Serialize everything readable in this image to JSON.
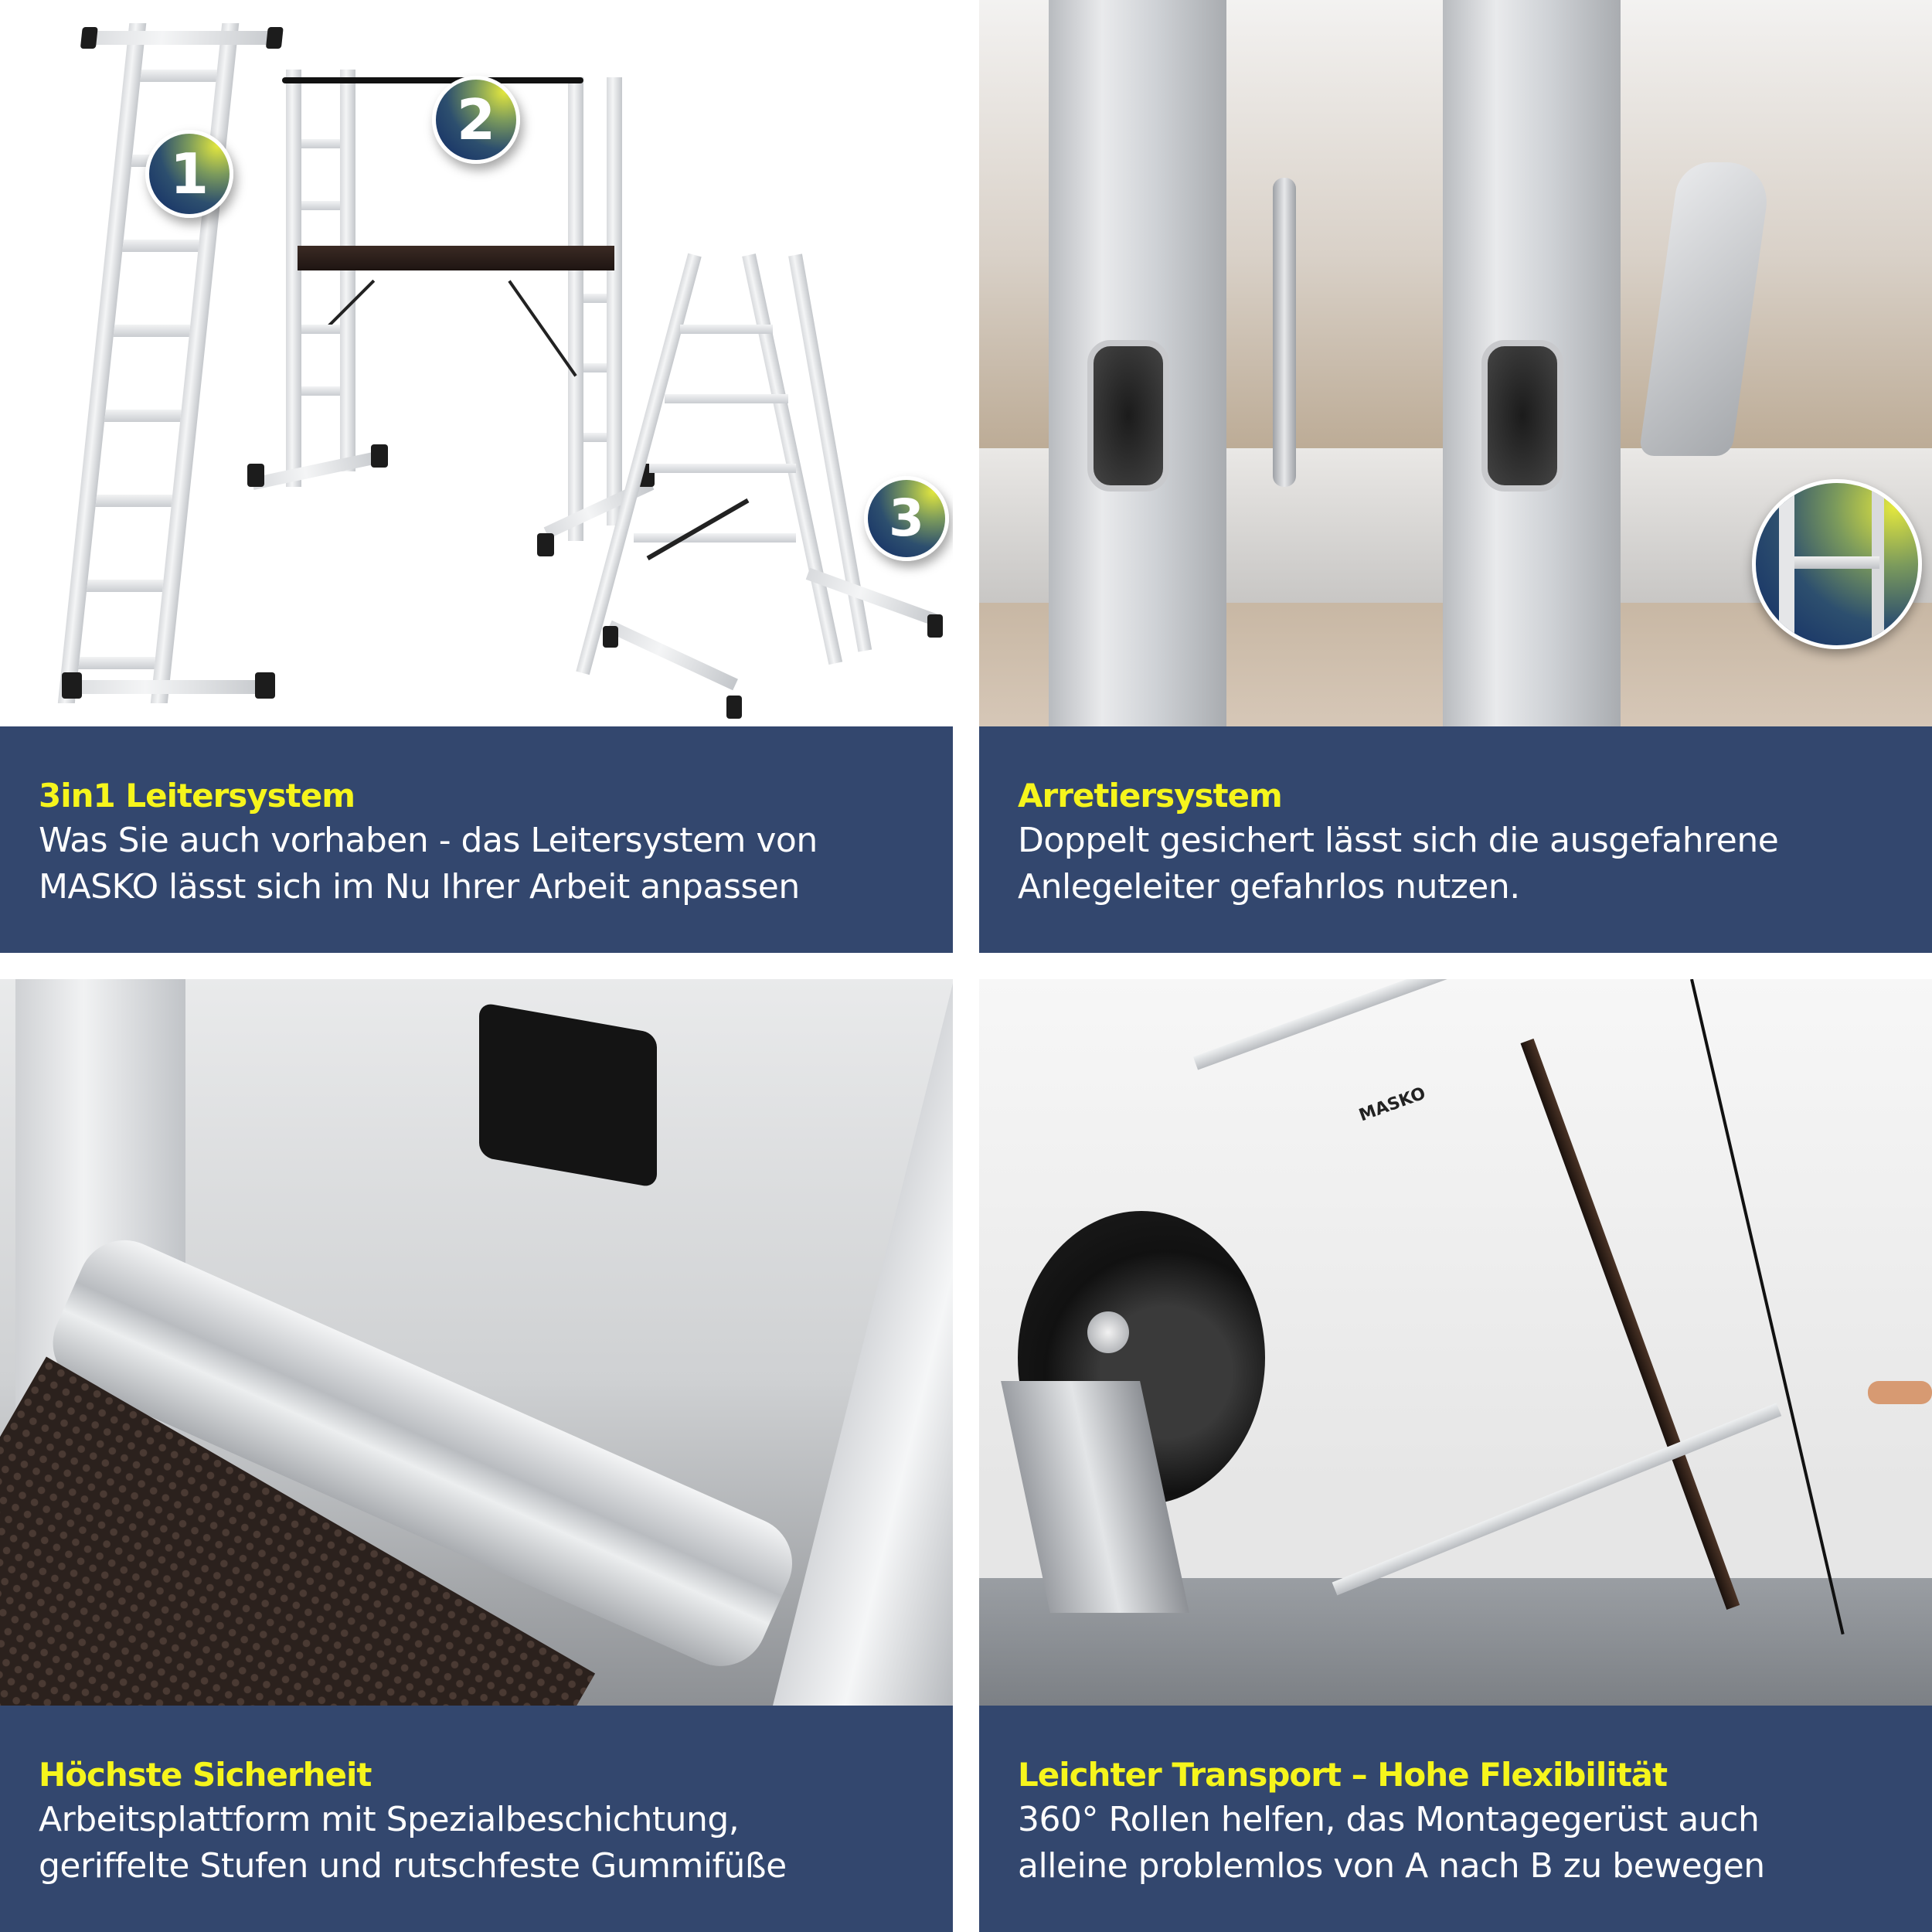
{
  "panels": [
    {
      "id": "leitersystem",
      "heading": "3in1 Leitersystem",
      "text_lines": [
        "Was Sie auch vorhaben - das Leitersystem von",
        "MASKO lässt sich im Nu Ihrer Arbeit anpassen"
      ],
      "badges": [
        "1",
        "2",
        "3"
      ],
      "image": "three-ladder-configurations"
    },
    {
      "id": "arretiersystem",
      "heading": "Arretiersystem",
      "text_lines": [
        "Doppelt gesichert lässt sich die ausgefahrene",
        "Anlegeleiter gefahrlos nutzen."
      ],
      "image": "ladder-locking-hooks-closeup"
    },
    {
      "id": "sicherheit",
      "heading": "Höchste Sicherheit",
      "text_lines": [
        "Arbeitsplattform mit Spezialbeschichtung,",
        "geriffelte Stufen und rutschfeste Gummifüße"
      ],
      "image": "ribbed-rung-rubber-foot-platform"
    },
    {
      "id": "transport",
      "heading": "Leichter Transport – Hohe Flexibilität",
      "text_lines": [
        "360° Rollen helfen, das Montagegerüst auch",
        "alleine problemlos von A nach B zu bewegen"
      ],
      "brand_label": "MASKO",
      "image": "scaffold-on-wheels"
    }
  ],
  "colors": {
    "caption_bg": "#33476e",
    "heading": "#f6f51c",
    "body_text": "#ffffff",
    "badge_gradient": [
      "#e3e73e",
      "#102a65"
    ]
  }
}
